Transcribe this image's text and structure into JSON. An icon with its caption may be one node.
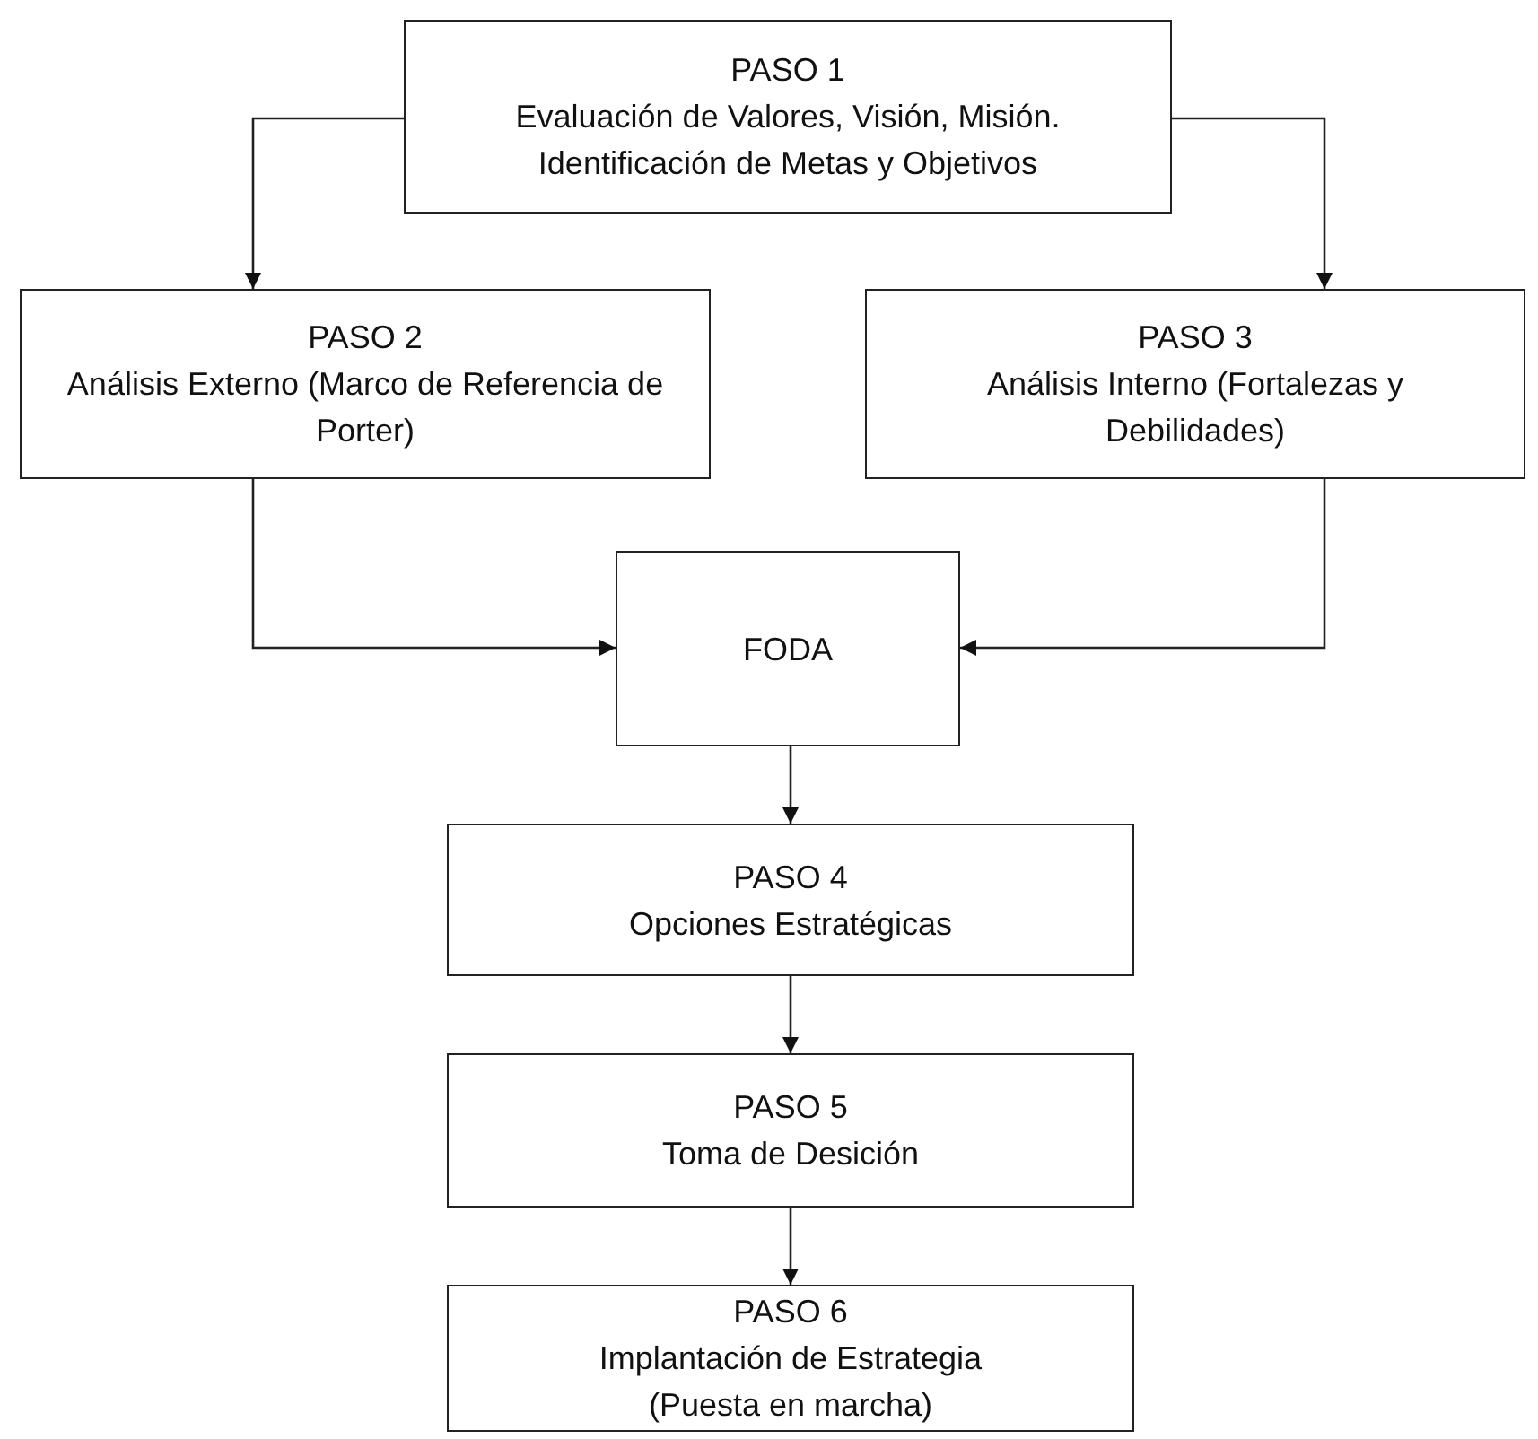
{
  "diagram": {
    "nodes": [
      {
        "text": [
          "PASO 1",
          "Evaluación de Valores, Visión, Misión. Identificación de Metas y Objetivos"
        ]
      },
      {
        "text": [
          "PASO 2",
          "Análisis Externo (Marco de Referencia de Porter)"
        ]
      },
      {
        "text": [
          "PASO 3",
          "Análisis Interno (Fortalezas y Debilidades)"
        ]
      },
      {
        "text": [
          "FODA"
        ]
      },
      {
        "text": [
          "PASO 4",
          "Opciones Estratégicas"
        ]
      },
      {
        "text": [
          "PASO 5",
          "Toma de Desición"
        ]
      },
      {
        "text": [
          "PASO 6",
          "Implantación de Estrategia (Puesta en marcha)"
        ]
      }
    ],
    "edges": [
      {
        "from": 0,
        "to": 1,
        "arrow": "to"
      },
      {
        "from": 0,
        "to": 2,
        "arrow": "to"
      },
      {
        "from": 1,
        "to": 3,
        "arrow": "to"
      },
      {
        "from": 2,
        "to": 3,
        "arrow": "to"
      },
      {
        "from": 3,
        "to": 4,
        "arrow": "to"
      },
      {
        "from": 4,
        "to": 5,
        "arrow": "to"
      },
      {
        "from": 5,
        "to": 6,
        "arrow": "to"
      }
    ]
  }
}
